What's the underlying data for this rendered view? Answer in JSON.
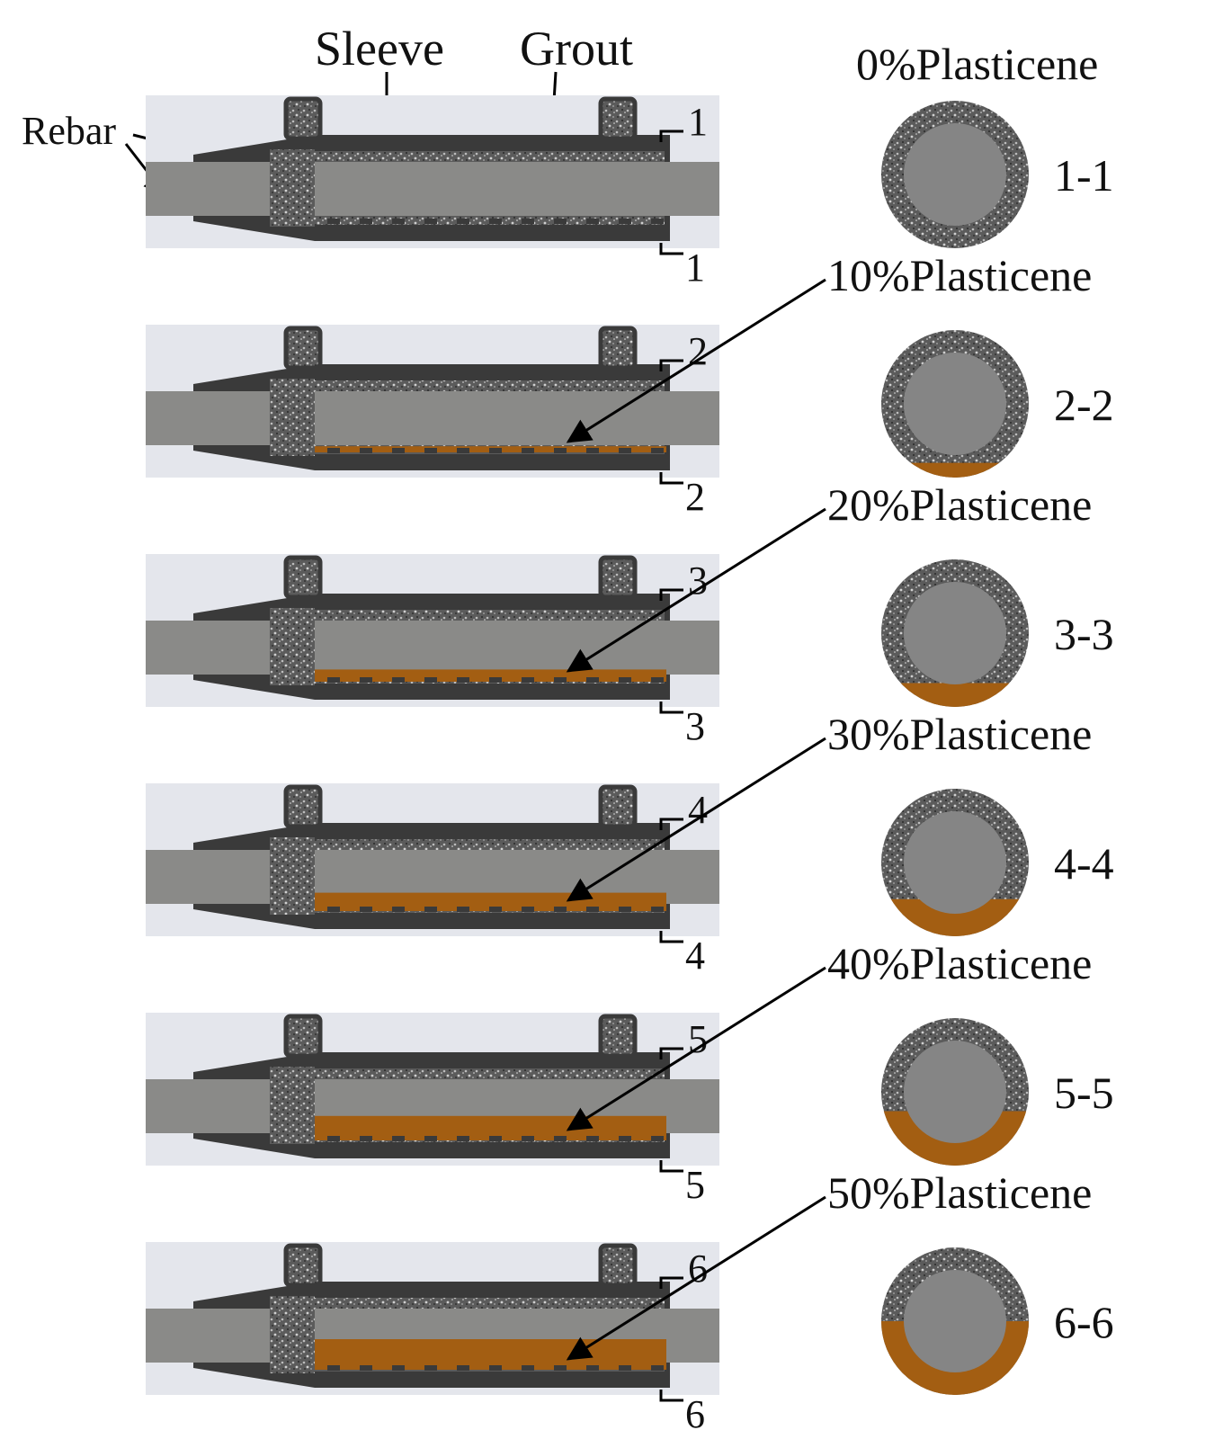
{
  "labels": {
    "sleeve": "Sleeve",
    "grout": "Grout",
    "rebar": "Rebar"
  },
  "colors": {
    "sleeve": "#3a3a3a",
    "rebar": "#8a8a88",
    "grout": "#5e5e5e",
    "plasticene": "#a35e12",
    "cross_section_rebar": "#858585"
  },
  "rows": [
    {
      "percent": 0,
      "label": "0%Plasticene",
      "section": "1-1",
      "mark": "1"
    },
    {
      "percent": 10,
      "label": "10%Plasticene",
      "section": "2-2",
      "mark": "2"
    },
    {
      "percent": 20,
      "label": "20%Plasticene",
      "section": "3-3",
      "mark": "3"
    },
    {
      "percent": 30,
      "label": "30%Plasticene",
      "section": "4-4",
      "mark": "4"
    },
    {
      "percent": 40,
      "label": "40%Plasticene",
      "section": "5-5",
      "mark": "5"
    },
    {
      "percent": 50,
      "label": "50%Plasticene",
      "section": "6-6",
      "mark": "6"
    }
  ]
}
